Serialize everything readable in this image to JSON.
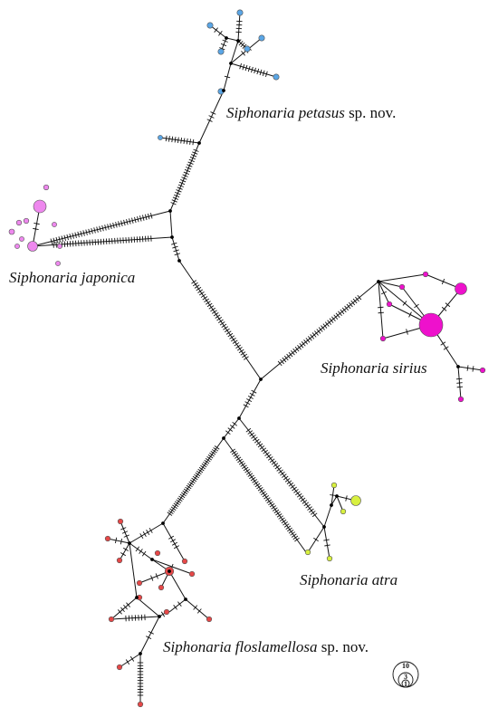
{
  "labels": {
    "petasus": {
      "species": "Siphonaria petasus",
      "suffix": " sp. nov."
    },
    "japonica": {
      "species": "Siphonaria japonica",
      "suffix": ""
    },
    "sirius": {
      "species": "Siphonaria sirius",
      "suffix": ""
    },
    "atra": {
      "species": "Siphonaria atra",
      "suffix": ""
    },
    "floslamellosa": {
      "species": "Siphonaria floslamellosa",
      "suffix": " sp. nov."
    }
  },
  "scale": {
    "large": "10",
    "medium": "3",
    "small": "1"
  },
  "colors": {
    "petasus": "#5aa6e6",
    "japonica": "#ee88ee",
    "sirius": "#ee11cc",
    "atra": "#d8f040",
    "floslamellosa": "#e64848",
    "vertex": "#000000"
  }
}
